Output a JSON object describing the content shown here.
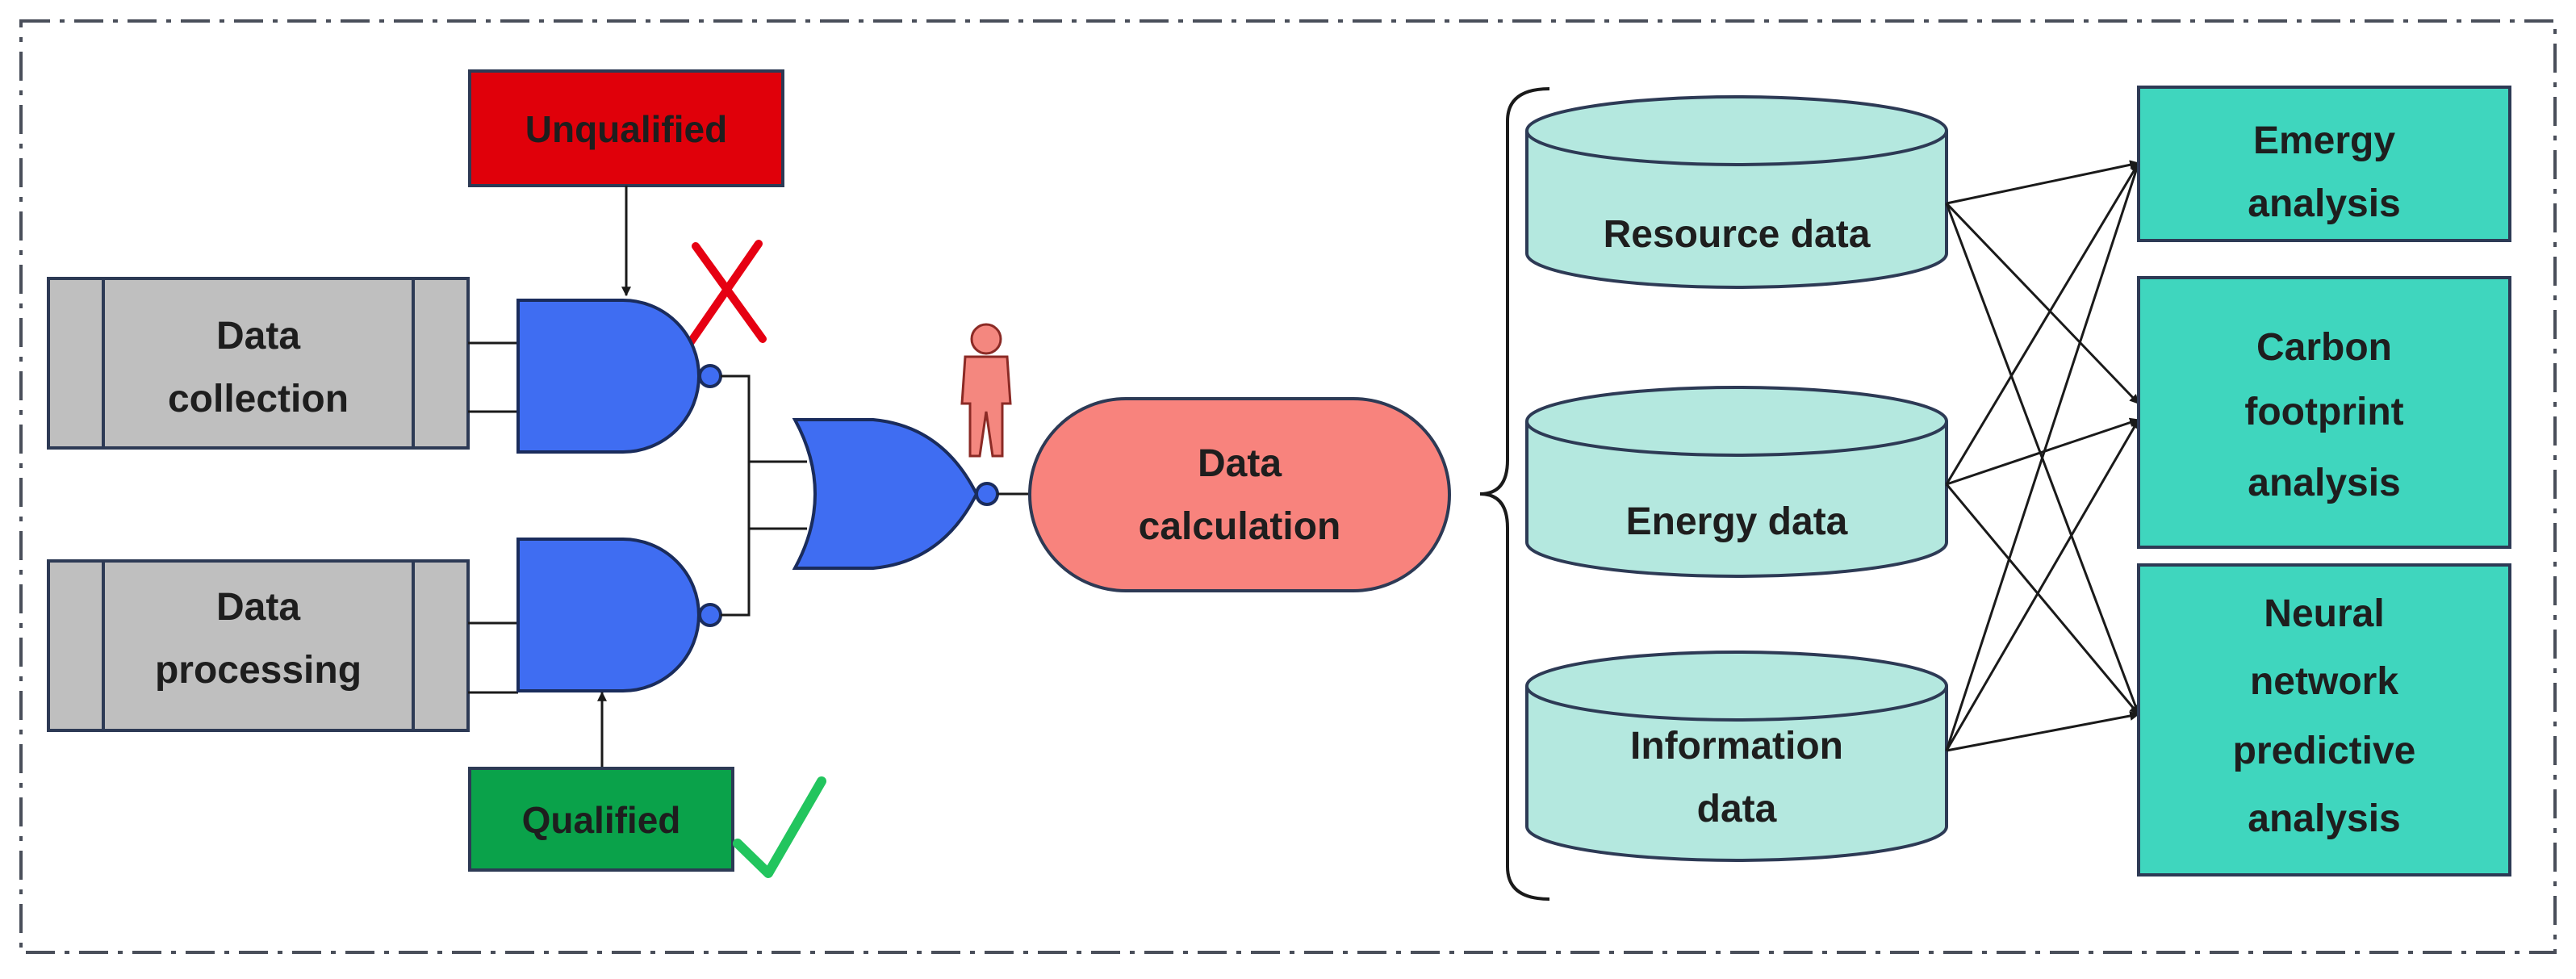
{
  "inputs": {
    "collection": [
      "Data",
      "collection"
    ],
    "processing": [
      "Data",
      "processing"
    ]
  },
  "gates": {
    "unqualified": "Unqualified",
    "qualified": "Qualified"
  },
  "calculation": [
    "Data",
    "calculation"
  ],
  "databases": {
    "resource": [
      "Resource data"
    ],
    "energy": [
      "Energy data"
    ],
    "information": [
      "Information",
      "data"
    ]
  },
  "analyses": {
    "emergy": [
      "Emergy",
      "analysis"
    ],
    "carbon": [
      "Carbon",
      "footprint",
      "analysis"
    ],
    "neural": [
      "Neural",
      "network",
      "predictive",
      "analysis"
    ]
  },
  "colors": {
    "input_fill": "#bfbfbf",
    "gate_fill": "#3f6df2",
    "unqualified_fill": "#e0000a",
    "qualified_fill": "#0aa24a",
    "calculation_fill": "#f8837d",
    "database_fill": "#b4e8df",
    "analysis_fill": "#3fd6be",
    "cross_mark": "#e60012",
    "check_mark": "#22c55e",
    "person": "#f4877f"
  },
  "icons": {
    "cross": "cross-mark-icon",
    "check": "check-mark-icon",
    "person": "person-icon"
  }
}
